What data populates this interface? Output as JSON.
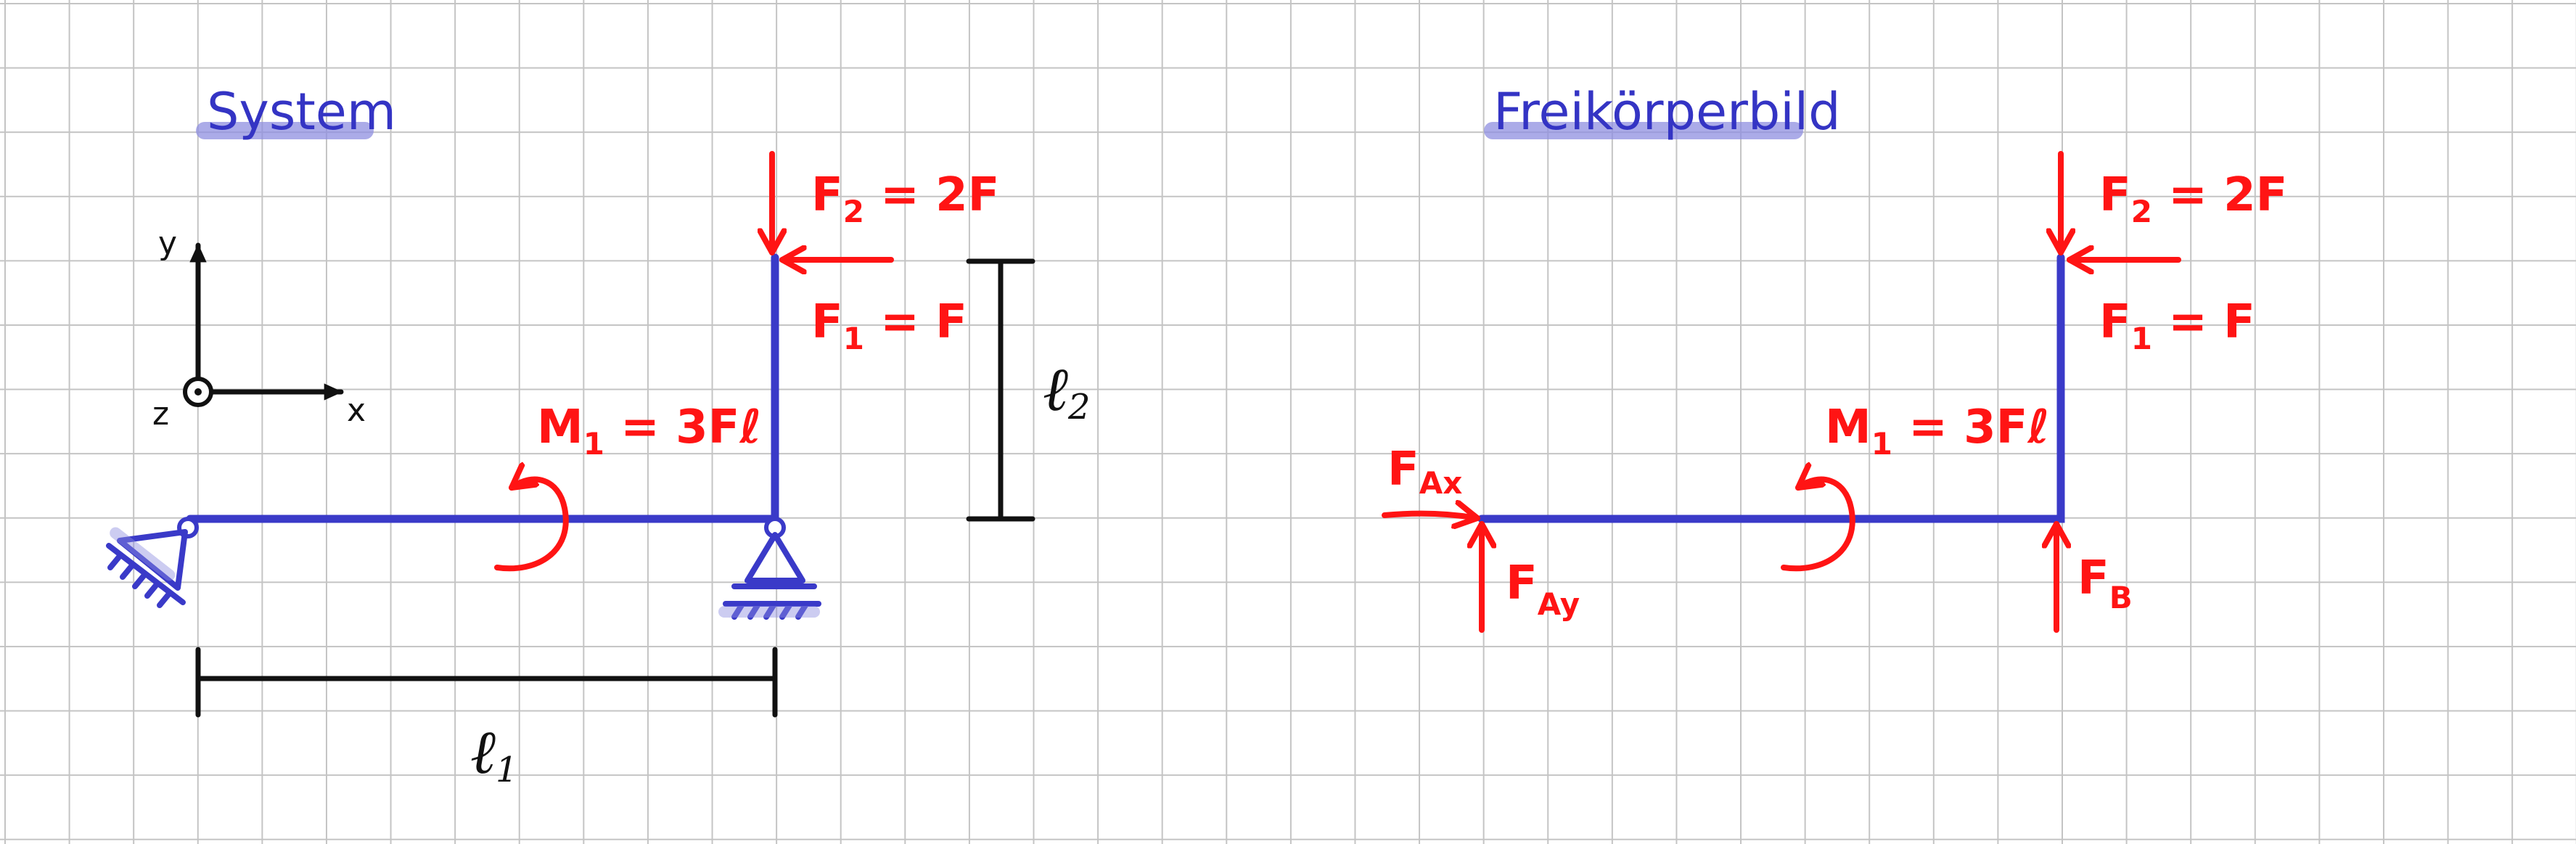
{
  "left_panel": {
    "title": "System",
    "axes": {
      "y": "y",
      "x": "x",
      "z": "z"
    },
    "labels": {
      "f2": {
        "main": "F",
        "sub": "2",
        "eq": " = 2F"
      },
      "f1": {
        "main": "F",
        "sub": "1",
        "eq": " = F"
      },
      "m1": {
        "main": "M",
        "sub": "1",
        "eq": " = 3Fℓ"
      },
      "l1": {
        "main": "ℓ",
        "sub": "1"
      },
      "l2": {
        "main": "ℓ",
        "sub": "2"
      }
    }
  },
  "right_panel": {
    "title": "Freikörperbild",
    "labels": {
      "f2": {
        "main": "F",
        "sub": "2",
        "eq": " = 2F"
      },
      "f1": {
        "main": "F",
        "sub": "1",
        "eq": " = F"
      },
      "m1": {
        "main": "M",
        "sub": "1",
        "eq": " = 3Fℓ"
      },
      "fax": {
        "main": "F",
        "sub": "Ax"
      },
      "fay": {
        "main": "F",
        "sub": "Ay"
      },
      "fb": {
        "main": "F",
        "sub": "B"
      }
    }
  },
  "colors": {
    "structure": "#3a3ac8",
    "forces": "#ff1414",
    "dimensions": "#111111",
    "grid": "#c4c4c4",
    "title_highlight": "#8f8fe0"
  }
}
